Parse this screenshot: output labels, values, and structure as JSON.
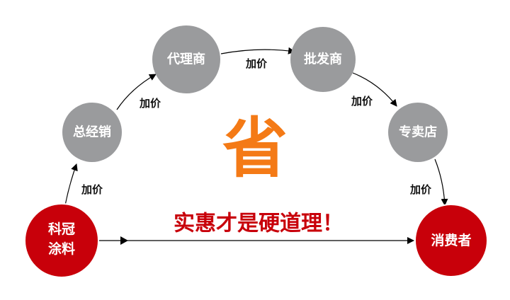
{
  "nodes": {
    "source": {
      "line1": "科冠",
      "line2": "涂料"
    },
    "distributor": "总经销",
    "agent": "代理商",
    "wholesaler": "批发商",
    "store": "专卖店",
    "consumer": "消费者"
  },
  "edge_label": "加价",
  "edge_labels": [
    "加价",
    "加价",
    "加价",
    "加价",
    "加价"
  ],
  "center_char": "省",
  "slogan": "实惠才是硬道理！",
  "colors": {
    "red": "#c8000a",
    "gray": "#9a9b9d",
    "orange": "#f47a16"
  }
}
